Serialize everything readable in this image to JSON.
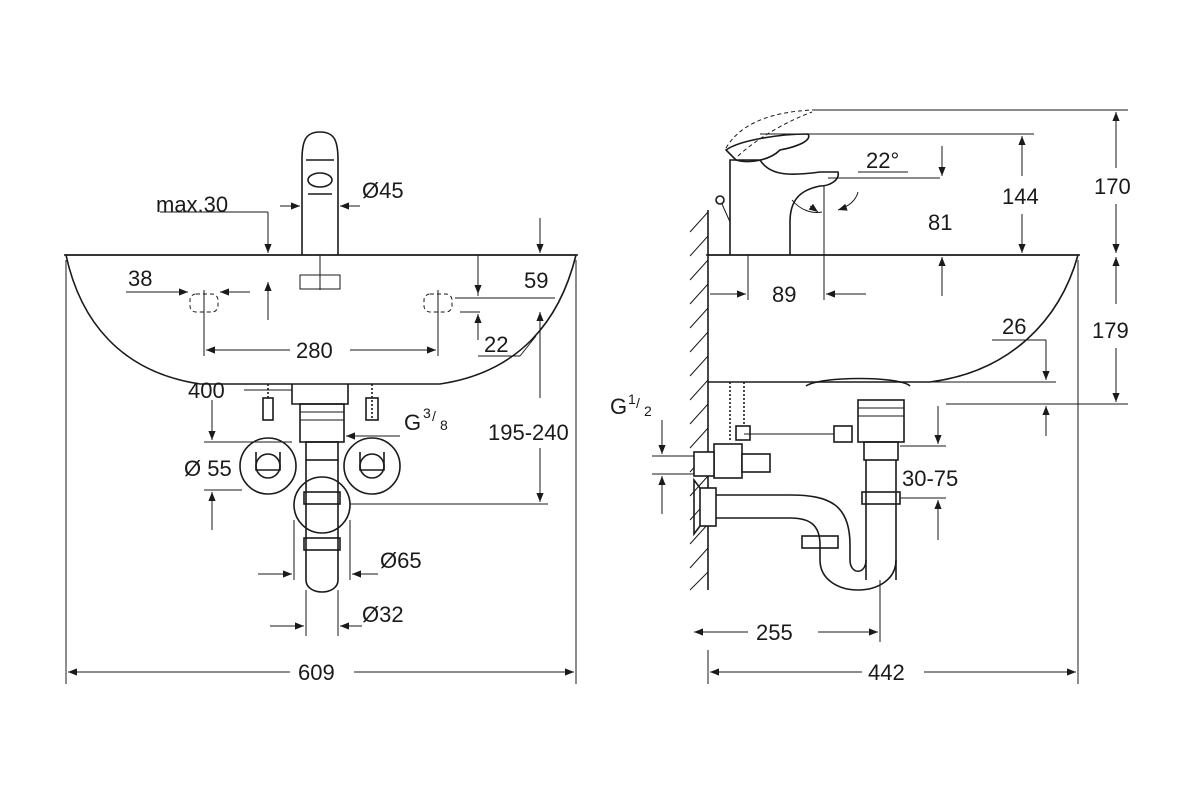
{
  "front_view": {
    "dim_max30": "max.30",
    "dim_d45": "Ø45",
    "dim_38": "38",
    "dim_59": "59",
    "dim_280": "280",
    "dim_22": "22",
    "dim_400": "400",
    "dim_g38_base": "G",
    "dim_g38_num": "3",
    "dim_g38_den": "8",
    "dim_195_240": "195-240",
    "dim_d55": "Ø 55",
    "dim_d65": "Ø65",
    "dim_d32": "Ø32",
    "dim_609": "609"
  },
  "side_view": {
    "dim_22deg": "22°",
    "dim_144": "144",
    "dim_170": "170",
    "dim_81": "81",
    "dim_89": "89",
    "dim_26": "26",
    "dim_179": "179",
    "dim_g12_base": "G",
    "dim_g12_num": "1",
    "dim_g12_den": "2",
    "dim_30_75": "30-75",
    "dim_255": "255",
    "dim_442": "442"
  }
}
